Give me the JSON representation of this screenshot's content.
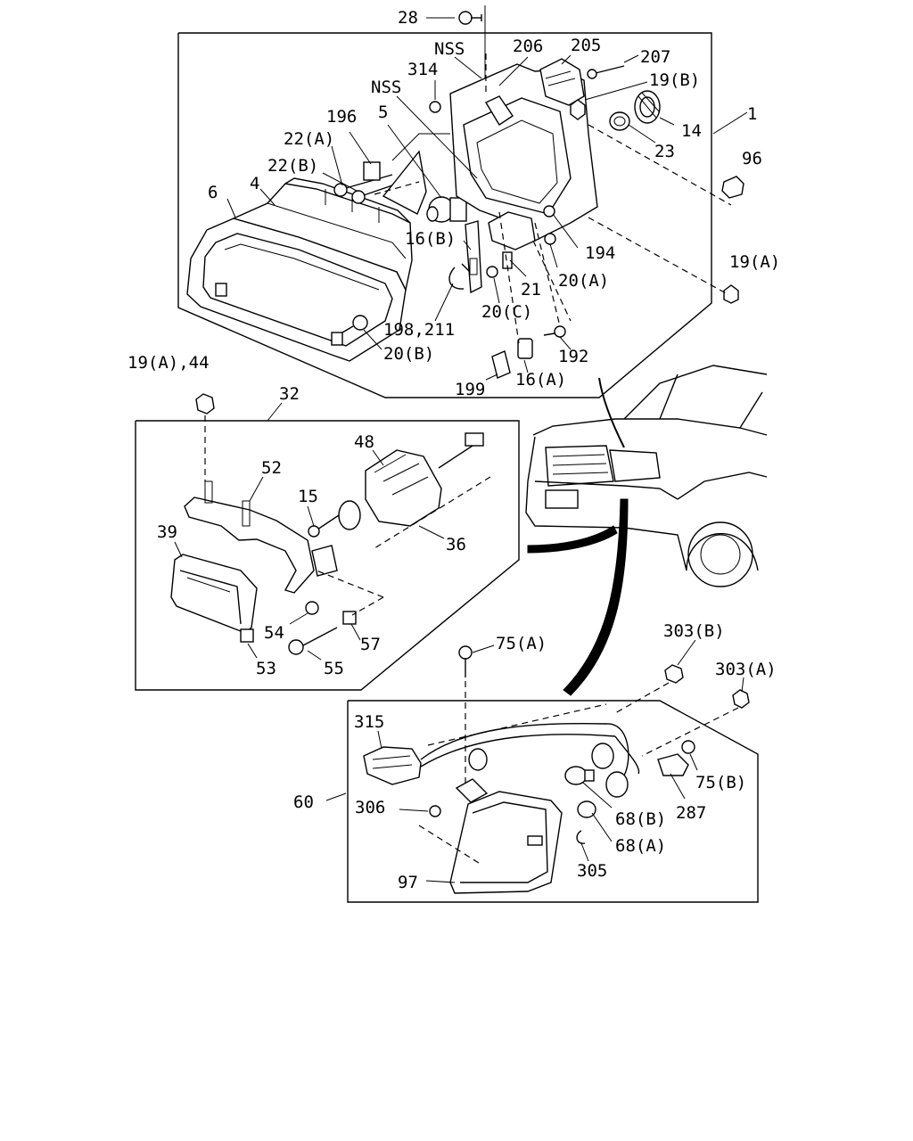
{
  "labels": {
    "l28": "28",
    "lNSS1": "NSS",
    "l206": "206",
    "l205": "205",
    "l314": "314",
    "l207": "207",
    "lNSS2": "NSS",
    "l19B": "19(B)",
    "l5": "5",
    "l196": "196",
    "l14": "14",
    "l1": "1",
    "l22A": "22(A)",
    "l23": "23",
    "l22B": "22(B)",
    "l96": "96",
    "l6": "6",
    "l4": "4",
    "l16B": "16(B)",
    "l194": "194",
    "l19A": "19(A)",
    "l20A": "20(A)",
    "l21": "21",
    "l20C": "20(C)",
    "l198": "198,211",
    "l20B": "20(B)",
    "l192": "192",
    "l16A": "16(A)",
    "l199": "199",
    "l19A44": "19(A),44",
    "l32": "32",
    "l48": "48",
    "l52": "52",
    "l15": "15",
    "l39": "39",
    "l36": "36",
    "l54": "54",
    "l57": "57",
    "l53": "53",
    "l55": "55",
    "l75A": "75(A)",
    "l303B": "303(B)",
    "l303A": "303(A)",
    "l315": "315",
    "l75B": "75(B)",
    "l60": "60",
    "l306": "306",
    "l287": "287",
    "l68B": "68(B)",
    "l68A": "68(A)",
    "l305": "305",
    "l97": "97"
  }
}
